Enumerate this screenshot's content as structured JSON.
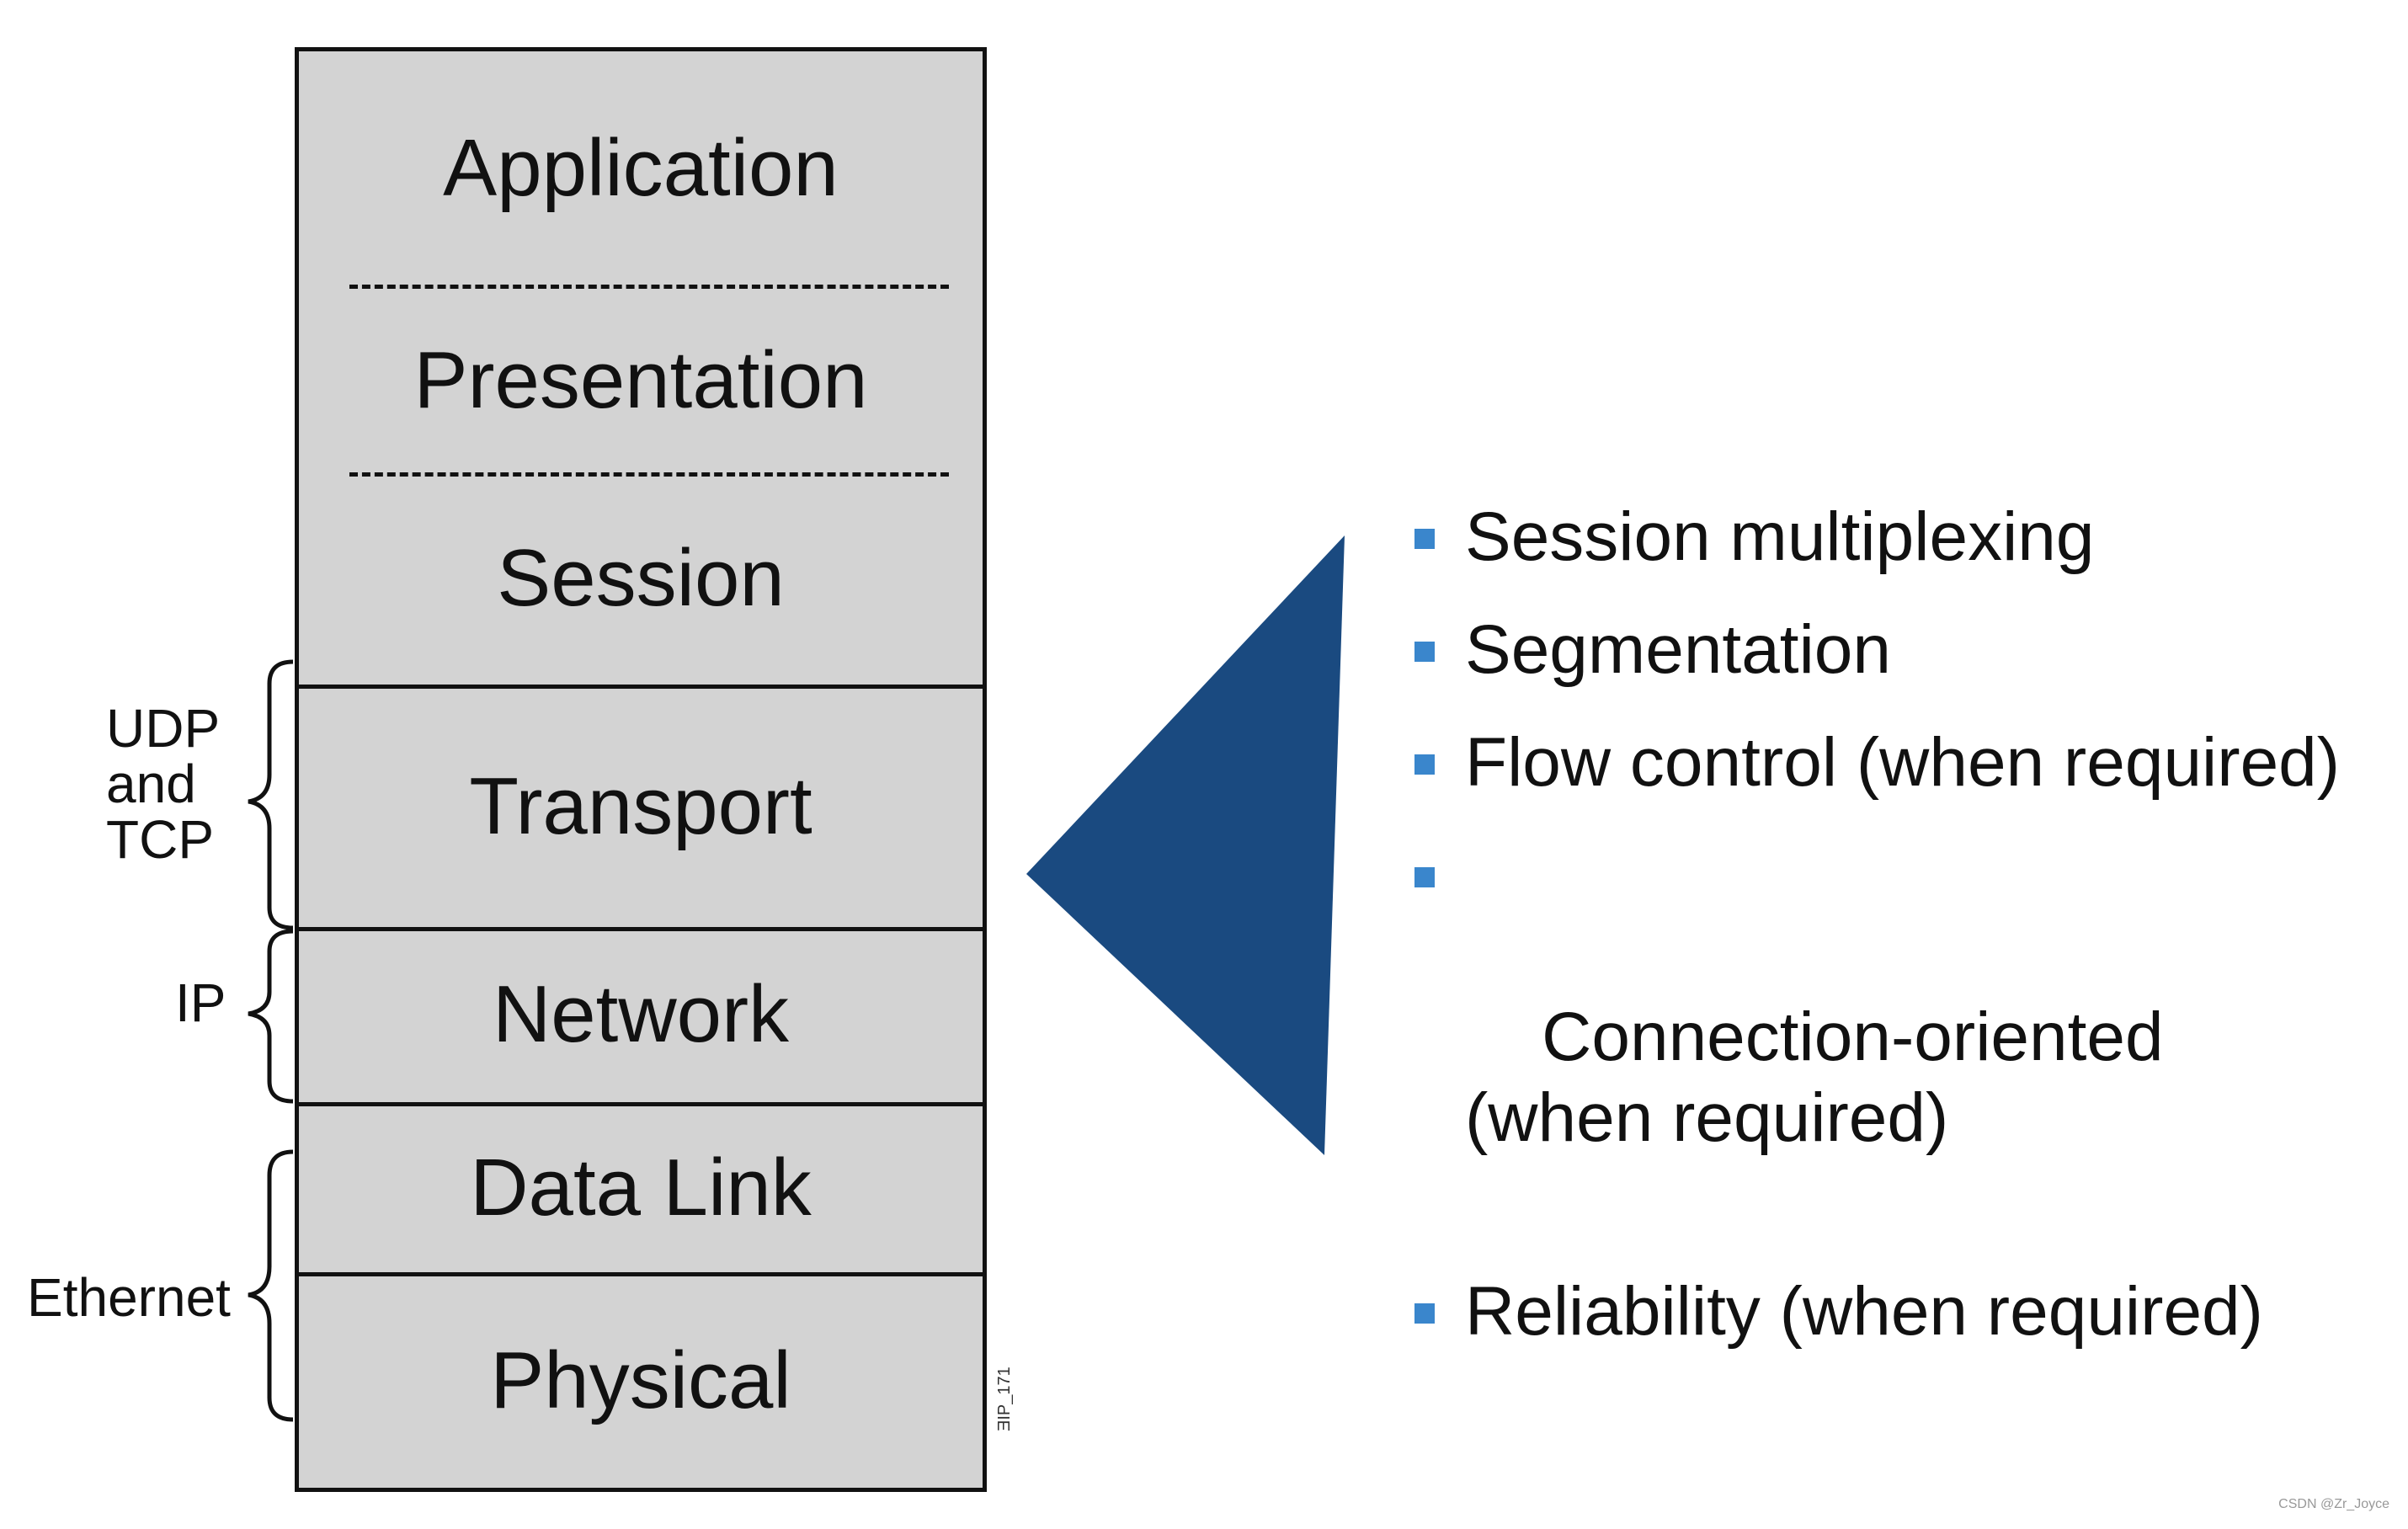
{
  "layers": [
    {
      "label": "Application"
    },
    {
      "label": "Presentation"
    },
    {
      "label": "Session"
    },
    {
      "label": "Transport"
    },
    {
      "label": "Network"
    },
    {
      "label": "Data Link"
    },
    {
      "label": "Physical"
    }
  ],
  "braces": {
    "transport": "UDP\nand\nTCP",
    "network": "IP",
    "ethernet": "Ethernet"
  },
  "bullets": [
    "Session multiplexing",
    "Segmentation",
    "Flow control (when required)",
    "Connection-oriented\n(when required)",
    "Reliability (when required)"
  ],
  "colors": {
    "layer_fill": "#d3d3d3",
    "triangle": "#1a4a80",
    "bullet": "#3a86cc"
  },
  "side_code": "ƎIP_171",
  "watermark": "CSDN @Zr_Joyce"
}
